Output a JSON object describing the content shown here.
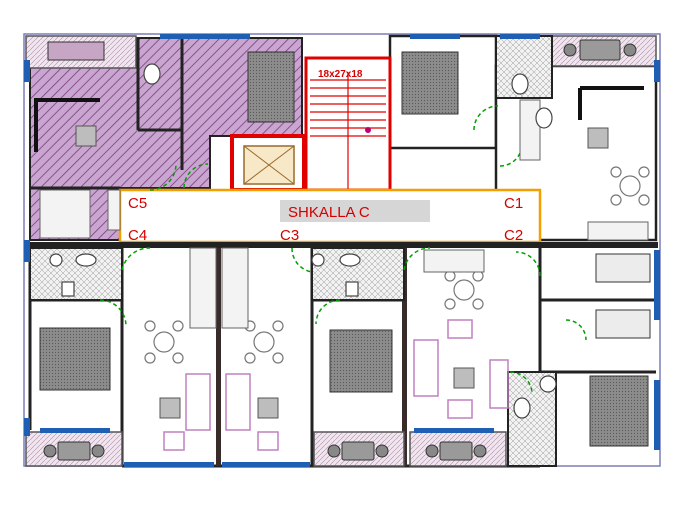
{
  "corridor": {
    "title": "SHKALLA C",
    "units": [
      "C5",
      "C1",
      "C4",
      "C3",
      "C2"
    ]
  },
  "stair": {
    "label": "18x27x18"
  },
  "colors": {
    "wall": "#1a1a1a",
    "window": "#1e5fb3",
    "door_swing": "#00a000",
    "stair_red": "#e00000",
    "hatch": "#9b4e9b",
    "core_orange": "#f0a000",
    "furniture": "#555555",
    "sofa": "#c080c0"
  }
}
